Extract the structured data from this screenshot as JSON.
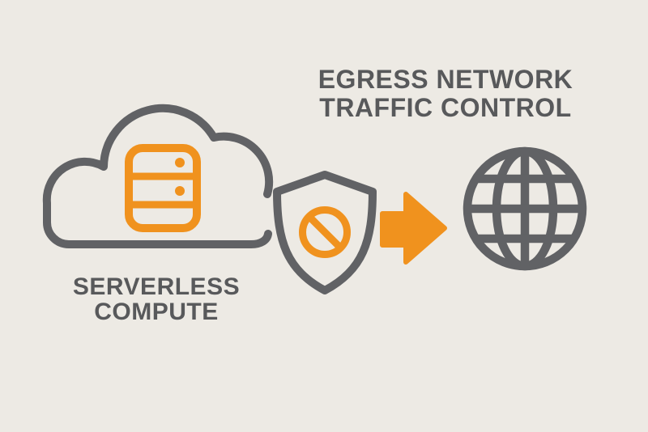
{
  "title": {
    "line1": "EGRESS NETWORK",
    "line2": "TRAFFIC CONTROL"
  },
  "cloud_label": {
    "line1": "SERVERLESS",
    "line2": "COMPUTE"
  },
  "icons": {
    "cloud": "cloud-icon",
    "server": "server-icon",
    "shield": "shield-icon",
    "prohibition": "no-entry-icon",
    "arrow": "arrow-right-icon",
    "globe": "globe-icon"
  },
  "colors": {
    "background": "#EDEAE4",
    "icon_gray": "#616265",
    "text_gray": "#58595B",
    "orange": "#F0921E"
  }
}
